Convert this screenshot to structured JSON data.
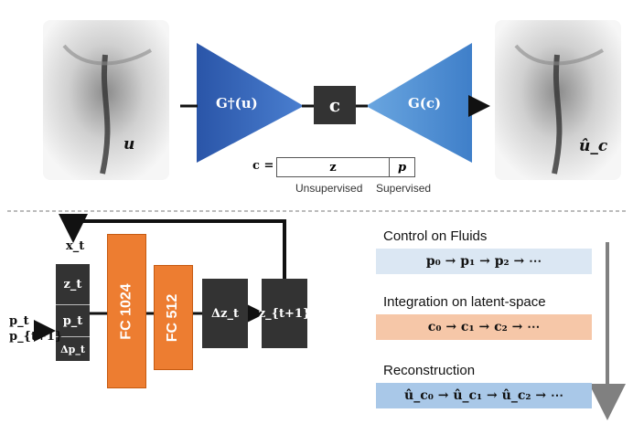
{
  "top": {
    "input_symbol": "u",
    "encoder_label": "G†(u)",
    "latent_symbol": "c",
    "decoder_label": "G(c)",
    "output_symbol": "û_c",
    "decomposition_prefix": "c =",
    "decomposition_left": "z",
    "decomposition_right": "p",
    "caption_left": "Unsupervised",
    "caption_right": "Supervised"
  },
  "bottom": {
    "input_stack_top": "x_t",
    "input_stack_cells": [
      "z_t",
      "p_t",
      "Δp_t"
    ],
    "side_inputs": [
      "p_t",
      "p_{t+1}"
    ],
    "layers": [
      "FC 1024",
      "FC 512"
    ],
    "delta_label": "Δz_t",
    "output_label": "z_{t+1}"
  },
  "right_panel": {
    "sections": [
      {
        "title": "Control on Fluids",
        "sequence": "p₀ → p₁ → p₂ → ⋯"
      },
      {
        "title": "Integration on latent-space",
        "sequence": "c₀ → c₁ → c₂ → ⋯"
      },
      {
        "title": "Reconstruction",
        "sequence": "û_c₀ → û_c₁ → û_c₂ → ⋯"
      }
    ]
  },
  "colors": {
    "encoder": "#2f5fae",
    "decoder": "#5e9cd9",
    "fc": "#ed7d31",
    "dark_box": "#333333",
    "control_bar": "#dbe7f3",
    "integration_bar": "#f6c7a8",
    "reconstruction_bar": "#a9c8e8"
  }
}
